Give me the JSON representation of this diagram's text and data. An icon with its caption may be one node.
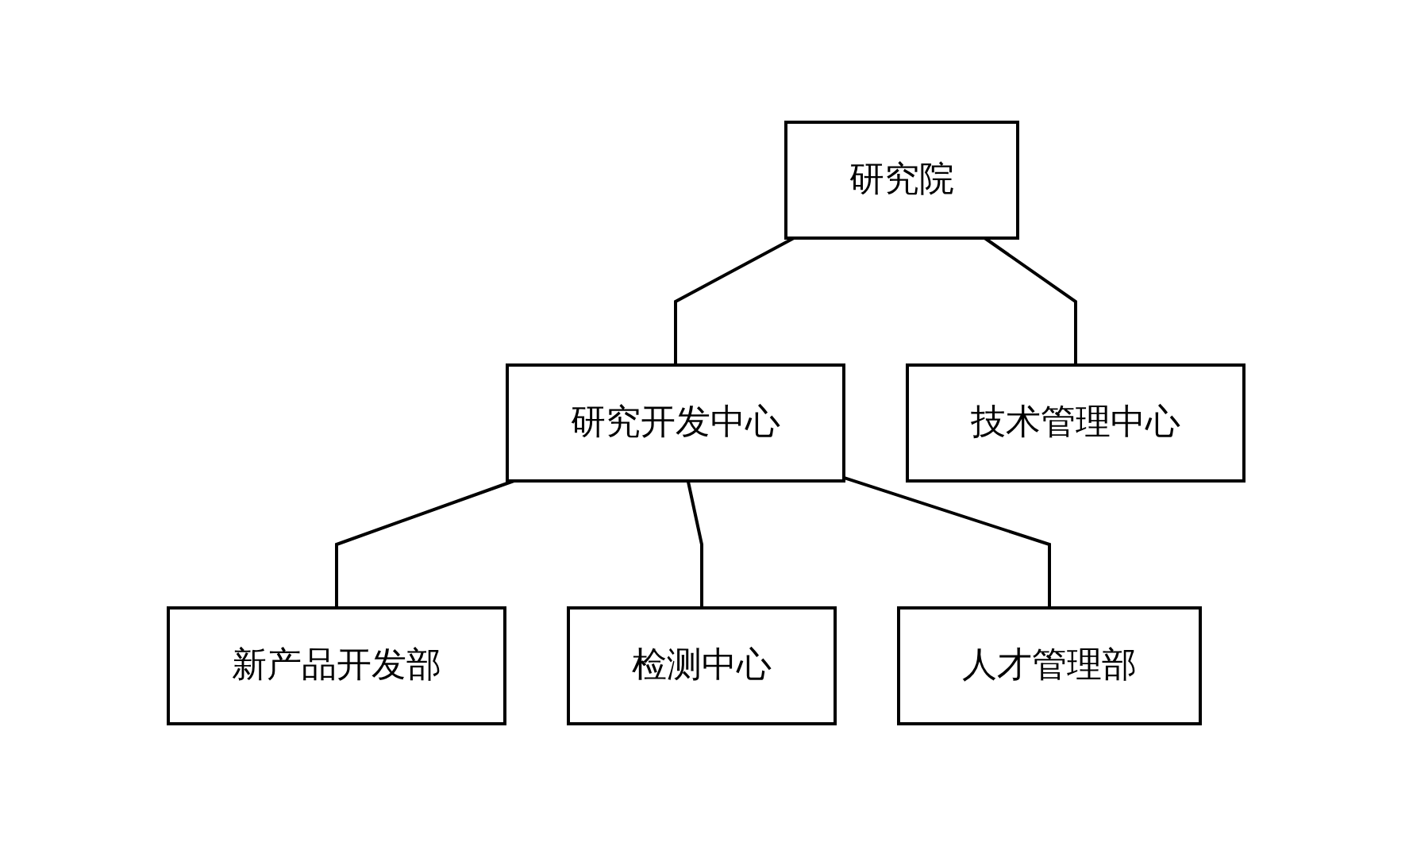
{
  "diagram": {
    "nodes": [
      {
        "text": [
          "研究院"
        ]
      },
      {
        "text": [
          "研究开发中心"
        ]
      },
      {
        "text": [
          "技术管理中心"
        ]
      },
      {
        "text": [
          "新产品开发部"
        ]
      },
      {
        "text": [
          "检测中心"
        ]
      },
      {
        "text": [
          "人才管理部"
        ]
      }
    ],
    "edges": [
      {
        "from": 0,
        "to": 1,
        "arrow": "none"
      },
      {
        "from": 0,
        "to": 2,
        "arrow": "none"
      },
      {
        "from": 1,
        "to": 3,
        "arrow": "none"
      },
      {
        "from": 1,
        "to": 4,
        "arrow": "none"
      },
      {
        "from": 1,
        "to": 5,
        "arrow": "none"
      }
    ]
  }
}
